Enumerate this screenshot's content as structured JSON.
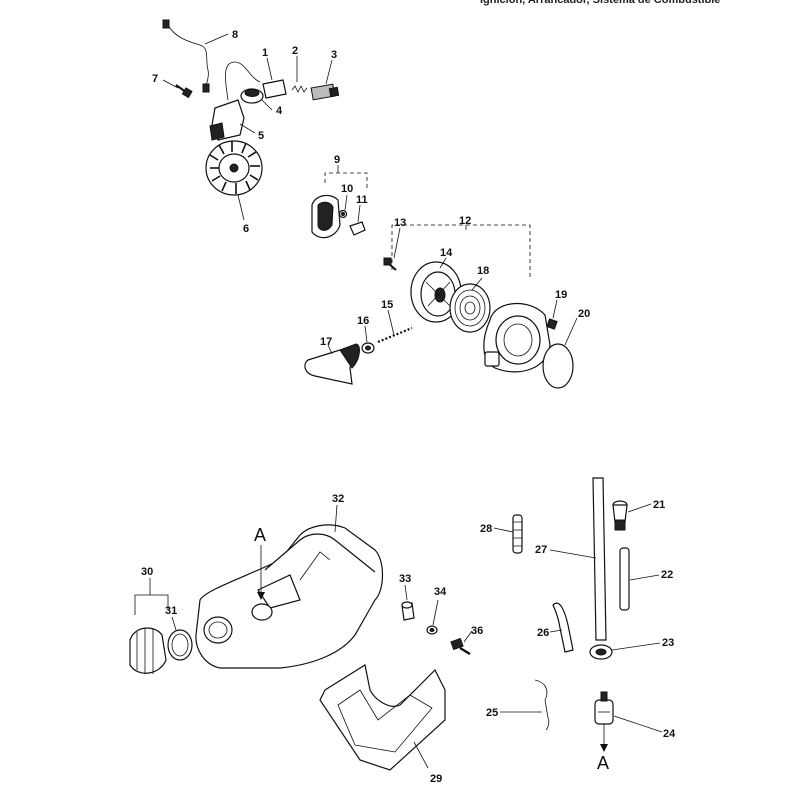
{
  "header": {
    "title": "Ignición, Arrancador, Sistema de Combustible"
  },
  "callouts": [
    "1",
    "2",
    "3",
    "4",
    "5",
    "6",
    "7",
    "8",
    "9",
    "10",
    "11",
    "12",
    "13",
    "14",
    "15",
    "16",
    "17",
    "18",
    "19",
    "20",
    "21",
    "22",
    "23",
    "24",
    "25",
    "26",
    "27",
    "28",
    "29",
    "30",
    "31",
    "32",
    "33",
    "34",
    "36"
  ],
  "connector_marks": {
    "tank": "A",
    "filter": "A"
  }
}
